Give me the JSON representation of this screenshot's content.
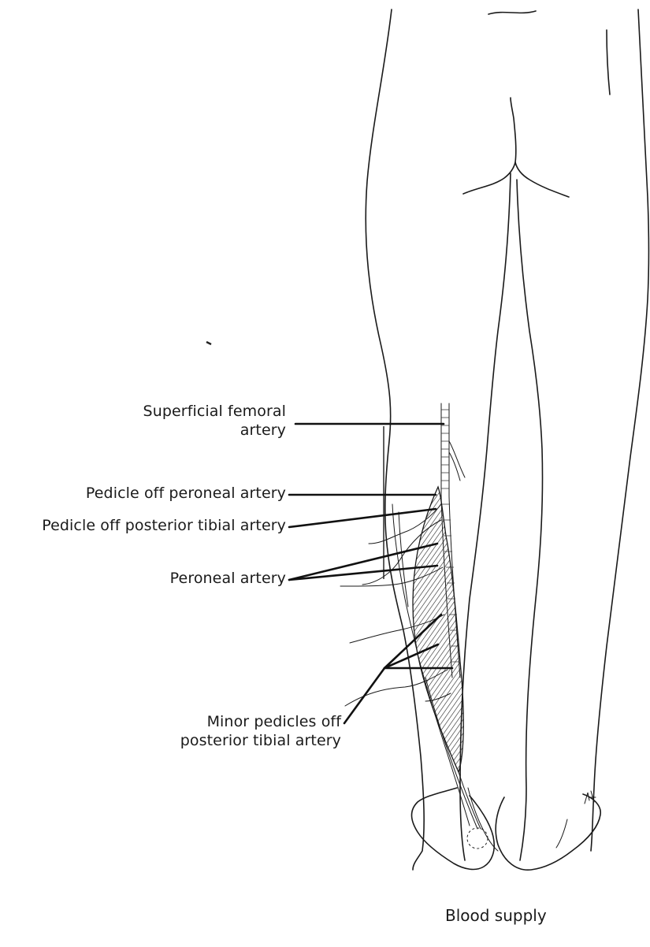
{
  "labels": {
    "superficial_femoral_line1": "Superficial femoral",
    "superficial_femoral_line2": "artery",
    "pedicle_peroneal": "Pedicle off peroneal artery",
    "pedicle_posterior_tibial": "Pedicle off posterior tibial artery",
    "peroneal_artery": "Peroneal artery",
    "minor_pedicles_line1": "Minor pedicles off",
    "minor_pedicles_line2": "posterior tibial artery"
  },
  "caption": "Blood supply"
}
